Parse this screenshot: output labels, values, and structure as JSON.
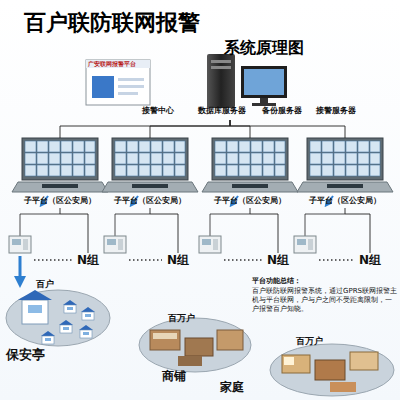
{
  "diagram": {
    "title": "百户联防联网报警",
    "nodes": [
      {
        "text": [
          "接警中心",
          "数据库服务器",
          "备份服务器",
          "接警服务器"
        ]
      },
      {
        "text": [
          "子平台（区公安局）"
        ]
      },
      {
        "text": [
          "子平台（区公安局）"
        ]
      },
      {
        "text": [
          "子平台（区公安局）"
        ]
      },
      {
        "text": [
          "子平台（区公安局）"
        ]
      },
      {
        "text": [
          "N组"
        ]
      },
      {
        "text": [
          "N组"
        ]
      },
      {
        "text": [
          "N组"
        ]
      },
      {
        "text": [
          "N组"
        ]
      },
      {
        "text": [
          "百户",
          "保安亭"
        ]
      },
      {
        "text": [
          "百万户",
          "商铺"
        ]
      },
      {
        "text": [
          "百万户",
          "家庭"
        ]
      }
    ],
    "edges": [
      {
        "from": 0,
        "to": 1,
        "arrow": "none"
      },
      {
        "from": 0,
        "to": 2,
        "arrow": "none"
      },
      {
        "from": 0,
        "to": 3,
        "arrow": "none"
      },
      {
        "from": 0,
        "to": 4,
        "arrow": "none"
      },
      {
        "from": 1,
        "to": 5,
        "arrow": "none"
      },
      {
        "from": 2,
        "to": 6,
        "arrow": "none"
      },
      {
        "from": 3,
        "to": 7,
        "arrow": "none"
      },
      {
        "from": 4,
        "to": 8,
        "arrow": "none"
      }
    ],
    "labels": [
      "系统原理图",
      "广安联网报警平台",
      "平台功能总结：",
      "百户联防联网报警系统，通过GPRS联网报警主机与平台联网，户与户之间不受距离限制，一户报警百户知晓。"
    ]
  }
}
